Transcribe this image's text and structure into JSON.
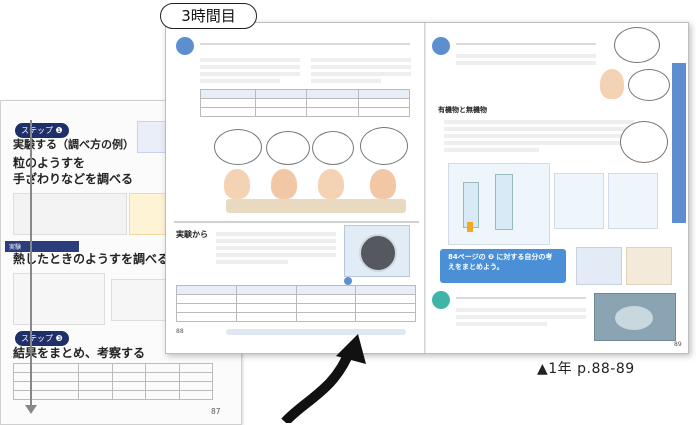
{
  "title_label": "3時間目",
  "page_caption": "▲1年 p.88-89",
  "back_page": {
    "step1_label": "ステップ ❶",
    "step1_title_lines": [
      "実験する（調べ方の例）",
      "粒のようすを",
      "手ざわりなどを調べる"
    ],
    "mid_label": "実験",
    "mid_title": "熱したときのようすを調べる",
    "step3_label": "ステップ ❸",
    "step3_title": "結果をまとめ、考察する",
    "page_number": "87"
  },
  "spread": {
    "left_page_number": "88",
    "right_page_number": "89",
    "left_heading_text": "実験から",
    "right_section_title": "有機物と無機物",
    "callout_text": "84ページの ❷ に対する自分の考えをまとめよう。"
  }
}
